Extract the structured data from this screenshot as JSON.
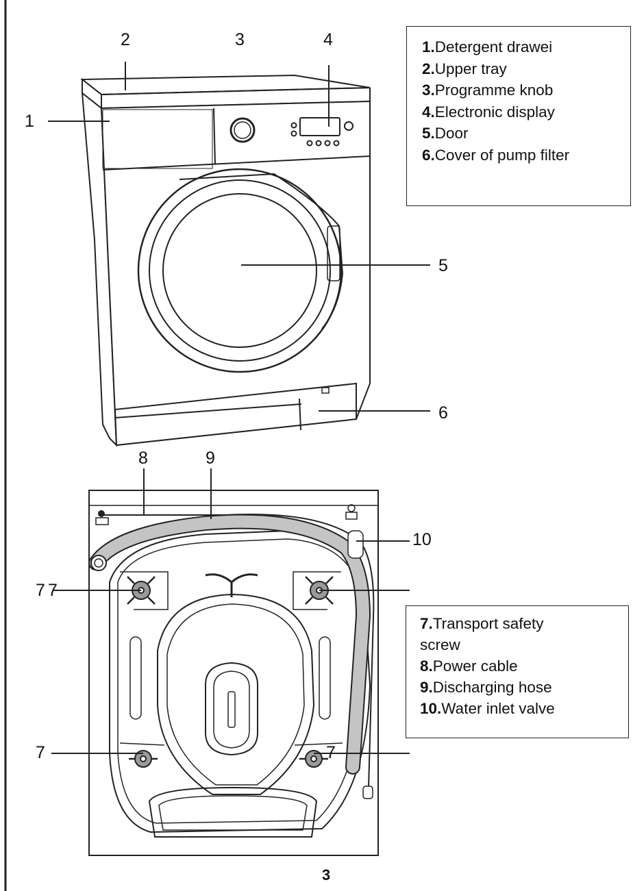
{
  "callouts_front": {
    "n1": "1",
    "n2": "2",
    "n3": "3",
    "n4": "4",
    "n5": "5",
    "n6": "6"
  },
  "callouts_back": {
    "n7a": "7",
    "n7a_dup": "7",
    "n7b": "7",
    "n7c": "7",
    "n8": "8",
    "n9": "9",
    "n10": "10"
  },
  "legend_front": [
    {
      "num": "1.",
      "label": "Detergent drawei"
    },
    {
      "num": "2.",
      "label": "Upper tray"
    },
    {
      "num": "3.",
      "label": "Programme knob"
    },
    {
      "num": "4.",
      "label": "Electronic display"
    },
    {
      "num": "5.",
      "label": "Door"
    },
    {
      "num": "6.",
      "label": "Cover of pump filter"
    }
  ],
  "legend_back": [
    {
      "num": "7.",
      "label": "Transport safety screw"
    },
    {
      "num": "8.",
      "label": "Power cable"
    },
    {
      "num": "9.",
      "label": "Discharging hose"
    },
    {
      "num": "10.",
      "label": "Water inlet valve"
    }
  ],
  "page_number": "3",
  "colors": {
    "line": "#222222",
    "hose": "#bdbdbd",
    "screw": "#9a9a9a"
  }
}
